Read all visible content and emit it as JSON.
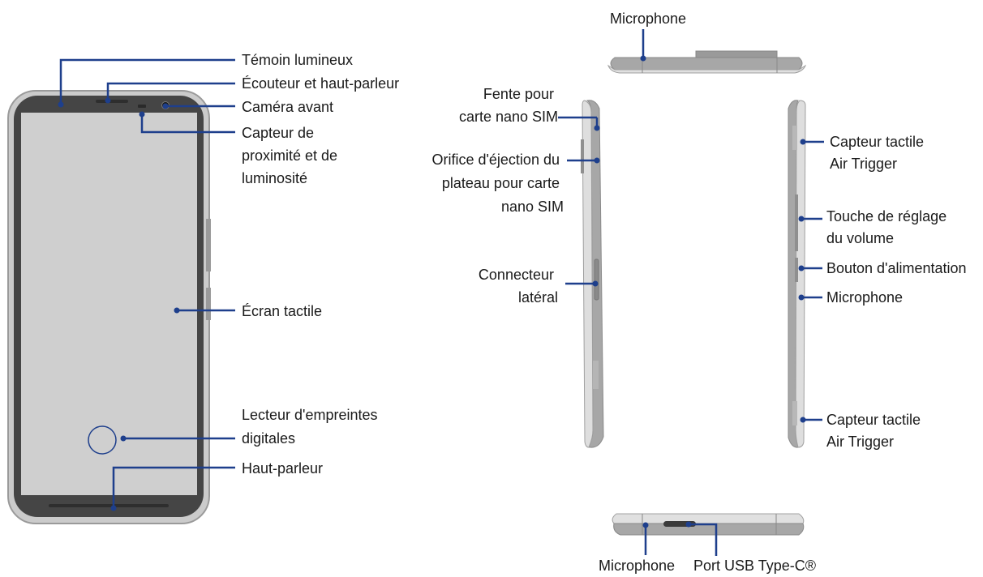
{
  "colors": {
    "leader": "#1e3f8c",
    "bezel": "#444444",
    "frame": "#c9c9c9",
    "screen": "#cfcfcf",
    "side_body": "#a7a7a7",
    "side_highlight": "#e2e2e2"
  },
  "front_labels": {
    "indicator_light": "Témoin lumineux",
    "earpiece_speaker": "Écouteur et haut-parleur",
    "front_camera": "Caméra avant",
    "proximity_sensor": [
      "Capteur de",
      "proximité et de",
      "luminosité"
    ],
    "touchscreen": "Écran tactile",
    "fingerprint_sensor": [
      "Lecteur d'empreintes",
      "digitales"
    ],
    "speaker": "Haut-parleur"
  },
  "top_labels": {
    "microphone": "Microphone"
  },
  "left_side_labels": {
    "sim_slot": [
      "Fente pour",
      "carte nano SIM"
    ],
    "sim_eject_hole": [
      "Orifice d'éjection du",
      "plateau pour carte",
      "nano SIM"
    ],
    "side_connector": [
      "Connecteur",
      "latéral"
    ]
  },
  "right_side_labels": {
    "air_trigger_top": [
      "Capteur tactile",
      "Air Trigger"
    ],
    "volume_key": [
      "Touche de réglage",
      "du volume"
    ],
    "power_button": "Bouton d'alimentation",
    "microphone": "Microphone",
    "air_trigger_bottom": [
      "Capteur tactile",
      "Air Trigger"
    ]
  },
  "bottom_labels": {
    "microphone": "Microphone",
    "usb_port": "Port USB Type-C®"
  }
}
